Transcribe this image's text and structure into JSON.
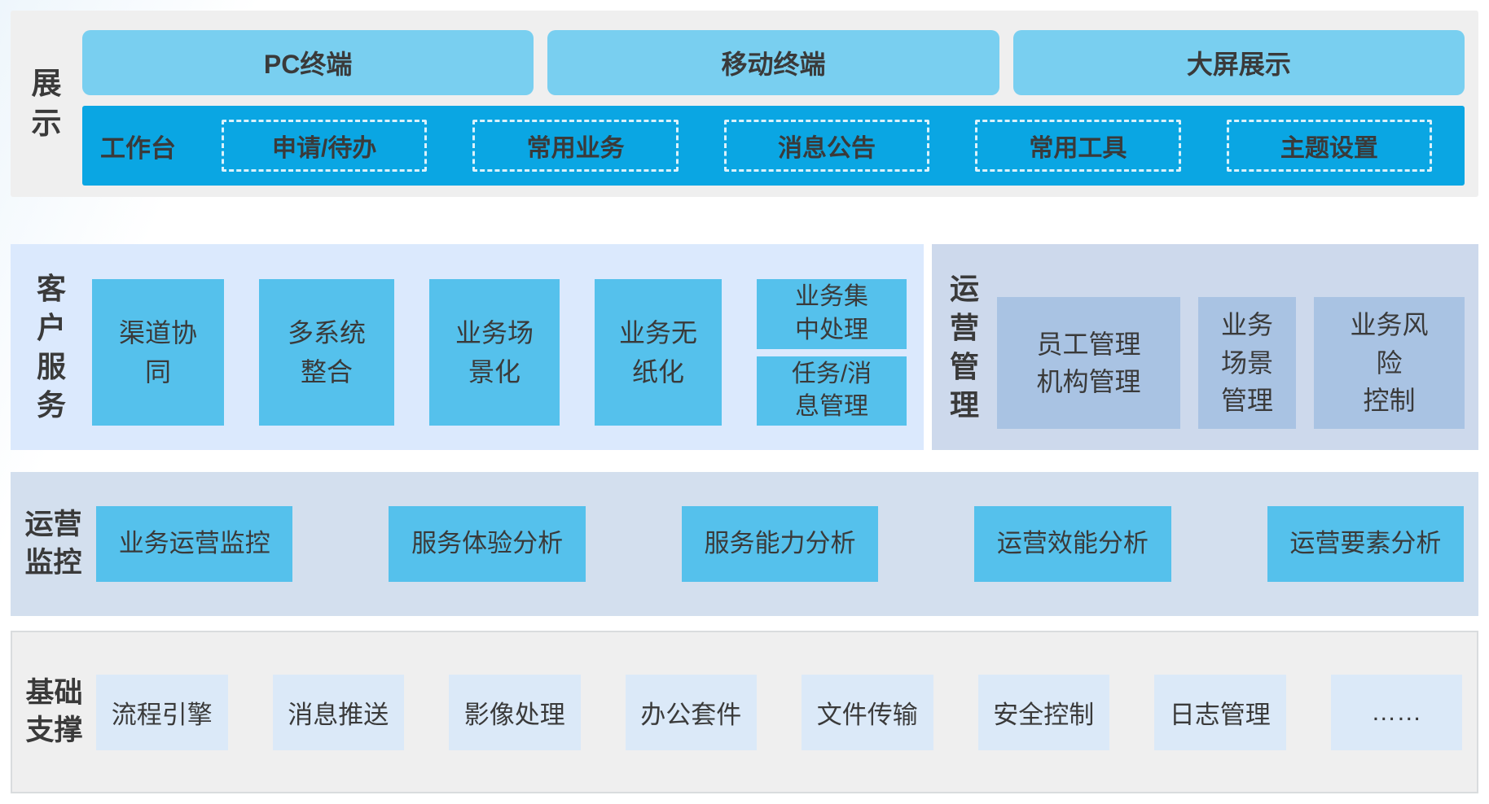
{
  "colors": {
    "band_bg_gray": "#efefef",
    "terminal_blue": "#79cff0",
    "workbench_blue": "#0aa6e3",
    "cs_bg": "#dbe9fd",
    "box_blue": "#55c1ec",
    "om_bg": "#cdd9ec",
    "om_box_blue": "#a9c3e3",
    "monitor_bg": "#d3dfee",
    "support_box_bg": "#dbe9f8",
    "text": "#3a3a3a"
  },
  "display": {
    "label": "展\n示",
    "terminals": [
      "PC终端",
      "移动终端",
      "大屏展示"
    ],
    "workbench_label": "工作台",
    "workbench_items": [
      "申请/待办",
      "常用业务",
      "消息公告",
      "常用工具",
      "主题设置"
    ]
  },
  "customer_service": {
    "label": "客\n户\n服\n务",
    "boxes": [
      "渠道协\n同",
      "多系统\n整合",
      "业务场\n景化",
      "业务无\n纸化"
    ],
    "stacked": [
      "业务集\n中处理",
      "任务/消\n息管理"
    ]
  },
  "operation_management": {
    "label": "运\n营\n管\n理",
    "boxes": [
      "员工管理\n机构管理",
      "业务\n场景\n管理",
      "业务风\n险\n控制"
    ]
  },
  "operation_monitoring": {
    "label": "运营\n监控",
    "boxes": [
      "业务运营监控",
      "服务体验分析",
      "服务能力分析",
      "运营效能分析",
      "运营要素分析"
    ]
  },
  "basic_support": {
    "label": "基础\n支撑",
    "boxes": [
      "流程引擎",
      "消息推送",
      "影像处理",
      "办公套件",
      "文件传输",
      "安全控制",
      "日志管理",
      "……"
    ]
  }
}
